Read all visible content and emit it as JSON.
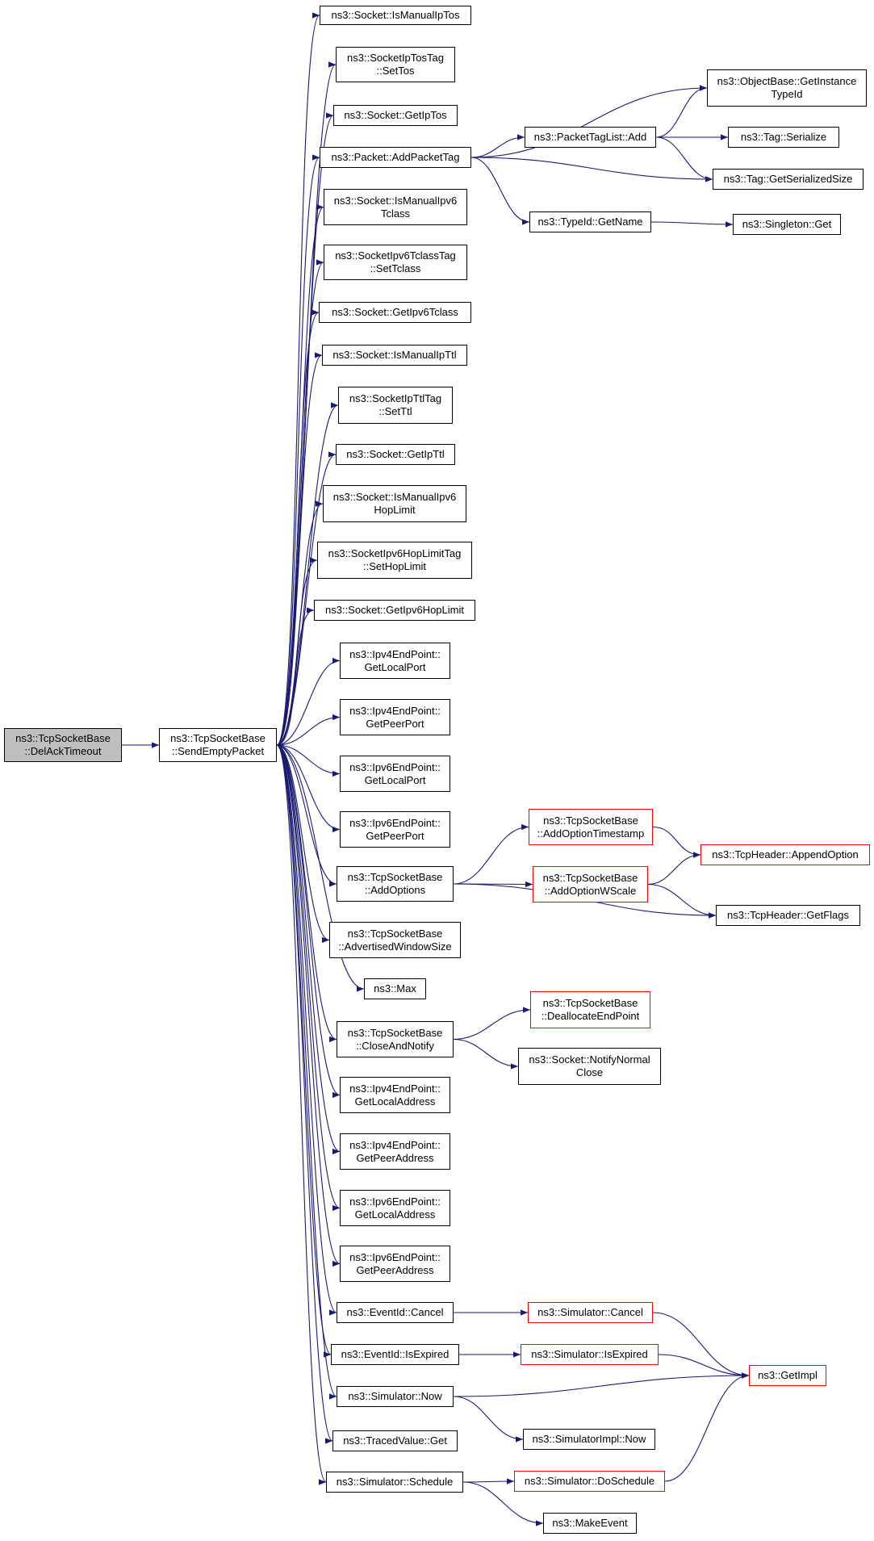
{
  "colors": {
    "edge": "#191970",
    "red_border": "#ff0000",
    "root_fill": "#bfbfbf"
  },
  "nodes": {
    "root": [
      "ns3::TcpSocketBase",
      "::DelAckTimeout"
    ],
    "send": [
      "ns3::TcpSocketBase",
      "::SendEmptyPacket"
    ],
    "isManualIpTos": [
      "ns3::Socket::IsManualIpTos"
    ],
    "setTos": [
      "ns3::SocketIpTosTag",
      "::SetTos"
    ],
    "getIpTos": [
      "ns3::Socket::GetIpTos"
    ],
    "addPacketTag": [
      "ns3::Packet::AddPacketTag"
    ],
    "isManualIpv6Tclass": [
      "ns3::Socket::IsManualIpv6",
      "Tclass"
    ],
    "setTclass": [
      "ns3::SocketIpv6TclassTag",
      "::SetTclass"
    ],
    "getIpv6Tclass": [
      "ns3::Socket::GetIpv6Tclass"
    ],
    "isManualIpTtl": [
      "ns3::Socket::IsManualIpTtl"
    ],
    "setTtl": [
      "ns3::SocketIpTtlTag",
      "::SetTtl"
    ],
    "getIpTtl": [
      "ns3::Socket::GetIpTtl"
    ],
    "isManualIpv6HopLimit": [
      "ns3::Socket::IsManualIpv6",
      "HopLimit"
    ],
    "setHopLimit": [
      "ns3::SocketIpv6HopLimitTag",
      "::SetHopLimit"
    ],
    "getIpv6HopLimit": [
      "ns3::Socket::GetIpv6HopLimit"
    ],
    "ipv4GetLocalPort": [
      "ns3::Ipv4EndPoint::",
      "GetLocalPort"
    ],
    "ipv4GetPeerPort": [
      "ns3::Ipv4EndPoint::",
      "GetPeerPort"
    ],
    "ipv6GetLocalPort": [
      "ns3::Ipv6EndPoint::",
      "GetLocalPort"
    ],
    "ipv6GetPeerPort": [
      "ns3::Ipv6EndPoint::",
      "GetPeerPort"
    ],
    "addOptions": [
      "ns3::TcpSocketBase",
      "::AddOptions"
    ],
    "advWindowSize": [
      "ns3::TcpSocketBase",
      "::AdvertisedWindowSize"
    ],
    "max": [
      "ns3::Max"
    ],
    "closeAndNotify": [
      "ns3::TcpSocketBase",
      "::CloseAndNotify"
    ],
    "ipv4GetLocalAddr": [
      "ns3::Ipv4EndPoint::",
      "GetLocalAddress"
    ],
    "ipv4GetPeerAddr": [
      "ns3::Ipv4EndPoint::",
      "GetPeerAddress"
    ],
    "ipv6GetLocalAddr": [
      "ns3::Ipv6EndPoint::",
      "GetLocalAddress"
    ],
    "ipv6GetPeerAddr": [
      "ns3::Ipv6EndPoint::",
      "GetPeerAddress"
    ],
    "eventCancel": [
      "ns3::EventId::Cancel"
    ],
    "eventIsExpired": [
      "ns3::EventId::IsExpired"
    ],
    "simNow": [
      "ns3::Simulator::Now"
    ],
    "tracedGet": [
      "ns3::TracedValue::Get"
    ],
    "simSchedule": [
      "ns3::Simulator::Schedule"
    ],
    "getInstanceTypeId": [
      "ns3::ObjectBase::GetInstance",
      "TypeId"
    ],
    "tagListAdd": [
      "ns3::PacketTagList::Add"
    ],
    "tagSerialize": [
      "ns3::Tag::Serialize"
    ],
    "tagGetSerializedSize": [
      "ns3::Tag::GetSerializedSize"
    ],
    "typeIdGetName": [
      "ns3::TypeId::GetName"
    ],
    "singletonGet": [
      "ns3::Singleton::Get"
    ],
    "addOptionTimestamp": [
      "ns3::TcpSocketBase",
      "::AddOptionTimestamp"
    ],
    "addOptionWScale": [
      "ns3::TcpSocketBase",
      "::AddOptionWScale"
    ],
    "appendOption": [
      "ns3::TcpHeader::AppendOption"
    ],
    "getFlags": [
      "ns3::TcpHeader::GetFlags"
    ],
    "deallocEndPoint": [
      "ns3::TcpSocketBase",
      "::DeallocateEndPoint"
    ],
    "notifyNormalClose": [
      "ns3::Socket::NotifyNormal",
      "Close"
    ],
    "simCancel": [
      "ns3::Simulator::Cancel"
    ],
    "simIsExpired": [
      "ns3::Simulator::IsExpired"
    ],
    "getImpl": [
      "ns3::GetImpl"
    ],
    "simImplNow": [
      "ns3::SimulatorImpl::Now"
    ],
    "doSchedule": [
      "ns3::Simulator::DoSchedule"
    ],
    "makeEvent": [
      "ns3::MakeEvent"
    ]
  },
  "edges": [
    [
      "root",
      "send"
    ],
    [
      "send",
      "isManualIpTos"
    ],
    [
      "send",
      "setTos"
    ],
    [
      "send",
      "getIpTos"
    ],
    [
      "send",
      "addPacketTag"
    ],
    [
      "send",
      "isManualIpv6Tclass"
    ],
    [
      "send",
      "setTclass"
    ],
    [
      "send",
      "getIpv6Tclass"
    ],
    [
      "send",
      "isManualIpTtl"
    ],
    [
      "send",
      "setTtl"
    ],
    [
      "send",
      "getIpTtl"
    ],
    [
      "send",
      "isManualIpv6HopLimit"
    ],
    [
      "send",
      "setHopLimit"
    ],
    [
      "send",
      "getIpv6HopLimit"
    ],
    [
      "send",
      "ipv4GetLocalPort"
    ],
    [
      "send",
      "ipv4GetPeerPort"
    ],
    [
      "send",
      "ipv6GetLocalPort"
    ],
    [
      "send",
      "ipv6GetPeerPort"
    ],
    [
      "send",
      "addOptions"
    ],
    [
      "send",
      "advWindowSize"
    ],
    [
      "send",
      "max"
    ],
    [
      "send",
      "closeAndNotify"
    ],
    [
      "send",
      "ipv4GetLocalAddr"
    ],
    [
      "send",
      "ipv4GetPeerAddr"
    ],
    [
      "send",
      "ipv6GetLocalAddr"
    ],
    [
      "send",
      "ipv6GetPeerAddr"
    ],
    [
      "send",
      "eventCancel"
    ],
    [
      "send",
      "eventIsExpired"
    ],
    [
      "send",
      "simNow"
    ],
    [
      "send",
      "tracedGet"
    ],
    [
      "send",
      "simSchedule"
    ],
    [
      "addPacketTag",
      "getInstanceTypeId"
    ],
    [
      "addPacketTag",
      "tagListAdd"
    ],
    [
      "addPacketTag",
      "tagGetSerializedSize"
    ],
    [
      "addPacketTag",
      "typeIdGetName"
    ],
    [
      "tagListAdd",
      "getInstanceTypeId"
    ],
    [
      "tagListAdd",
      "tagSerialize"
    ],
    [
      "tagListAdd",
      "tagGetSerializedSize"
    ],
    [
      "typeIdGetName",
      "singletonGet"
    ],
    [
      "addOptions",
      "addOptionTimestamp"
    ],
    [
      "addOptions",
      "addOptionWScale"
    ],
    [
      "addOptions",
      "getFlags"
    ],
    [
      "addOptionTimestamp",
      "appendOption"
    ],
    [
      "addOptionWScale",
      "appendOption"
    ],
    [
      "addOptionWScale",
      "getFlags"
    ],
    [
      "closeAndNotify",
      "deallocEndPoint"
    ],
    [
      "closeAndNotify",
      "notifyNormalClose"
    ],
    [
      "eventCancel",
      "simCancel"
    ],
    [
      "eventIsExpired",
      "simIsExpired"
    ],
    [
      "simCancel",
      "getImpl"
    ],
    [
      "simIsExpired",
      "getImpl"
    ],
    [
      "simNow",
      "getImpl"
    ],
    [
      "simNow",
      "simImplNow"
    ],
    [
      "simSchedule",
      "doSchedule"
    ],
    [
      "simSchedule",
      "makeEvent"
    ],
    [
      "doSchedule",
      "getImpl"
    ]
  ]
}
